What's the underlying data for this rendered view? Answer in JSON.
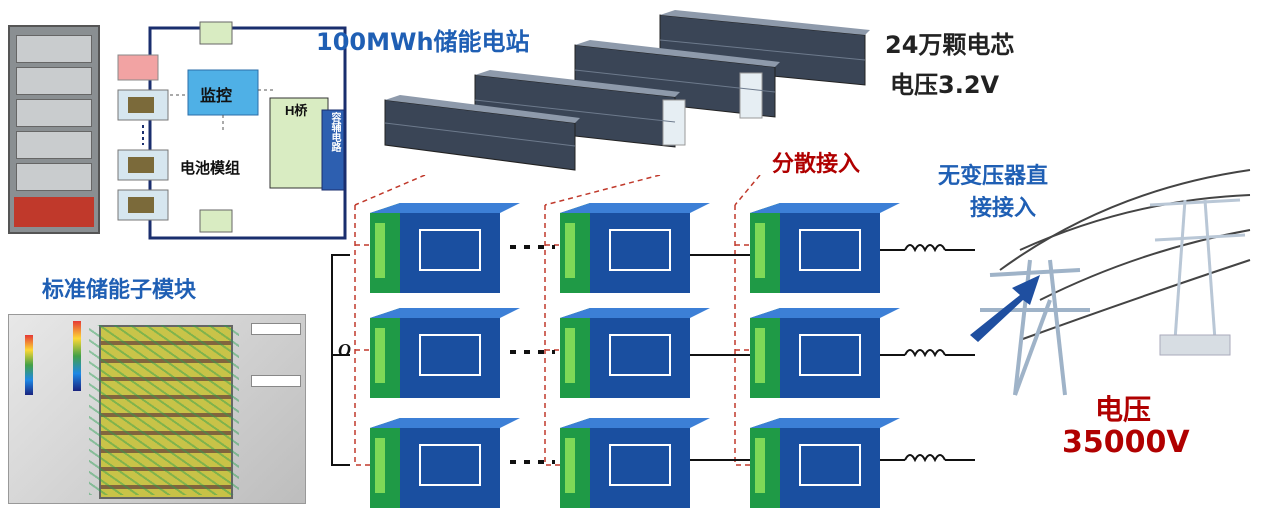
{
  "station": {
    "title": "100MWh储能电站"
  },
  "cells": {
    "line1": "24万颗电芯",
    "line2": "电压3.2V"
  },
  "module_diagram": {
    "monitor_label": "监控",
    "hbridge_label": "H桥",
    "cap_label": "容辅电路",
    "battery_module_label": "电池模组"
  },
  "standard_module": {
    "title": "标准储能子模块"
  },
  "distributed": {
    "label": "分散接入"
  },
  "direct": {
    "line1": "无变压器直",
    "line2": "接接入"
  },
  "grid_voltage": {
    "line1": "电压",
    "line2": "35000V"
  },
  "node": {
    "label": "O"
  },
  "colors": {
    "brand_blue": "#1f5fb4",
    "accent_red": "#b00000",
    "cube_blue": "#1a4fa0",
    "cube_green": "#1f9a46"
  }
}
